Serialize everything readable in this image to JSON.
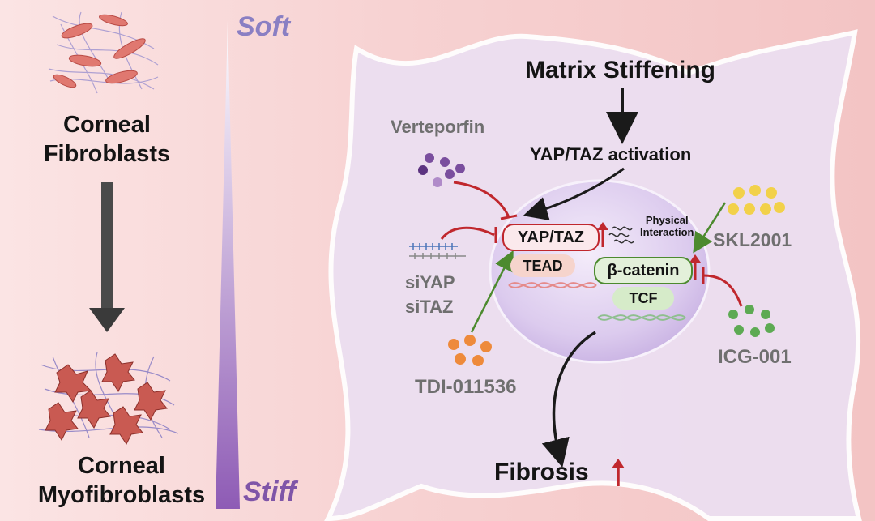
{
  "left_panel": {
    "top_cells_label_line1": "Corneal",
    "top_cells_label_line2": "Fibroblasts",
    "bottom_cells_label_line1": "Corneal",
    "bottom_cells_label_line2": "Myofibroblasts"
  },
  "stiffness_gradient": {
    "top_label": "Soft",
    "bottom_label": "Stiff",
    "top_color": "#ffffff",
    "bottom_color": "#8e5bb5"
  },
  "pathway": {
    "stimulus": "Matrix Stiffening",
    "activation": "YAP/TAZ activation",
    "interaction_line1": "Physical",
    "interaction_line2": "Interaction",
    "outcome": "Fibrosis",
    "nodes": {
      "yap_taz": "YAP/TAZ",
      "tead": "TEAD",
      "beta_catenin": "β-catenin",
      "tcf": "TCF"
    },
    "modulators": {
      "verteporfin": "Verteporfin",
      "siyap": "siYAP",
      "sitaz": "siTAZ",
      "tdi": "TDI-011536",
      "skl": "SKL2001",
      "icg": "ICG-001"
    }
  },
  "colors": {
    "inhibit": "#c0272d",
    "activate": "#4c8a2e",
    "up_arrow": "#c0272d",
    "cell": "#ecdff1",
    "nucleus": "#dccbee"
  }
}
